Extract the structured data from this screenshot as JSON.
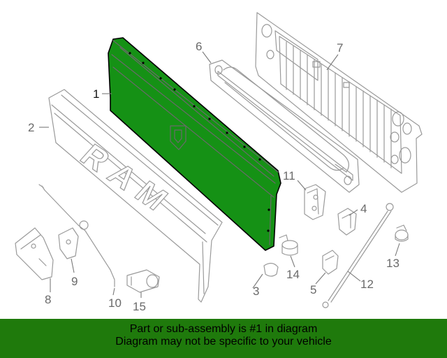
{
  "diagram": {
    "highlight_color": "#159115",
    "callouts": {
      "c1": "1",
      "c2": "2",
      "c3": "3",
      "c4": "4",
      "c5": "5",
      "c6": "6",
      "c7": "7",
      "c8": "8",
      "c9": "9",
      "c10": "10",
      "c11": "11",
      "c12": "12",
      "c13": "13",
      "c14": "14",
      "c15": "15"
    },
    "logo_text": "RAM"
  },
  "footer": {
    "line1": "Part or sub-assembly is #1 in diagram",
    "line2": "Diagram may not be specific to your vehicle",
    "background": "#1f7a0c"
  }
}
